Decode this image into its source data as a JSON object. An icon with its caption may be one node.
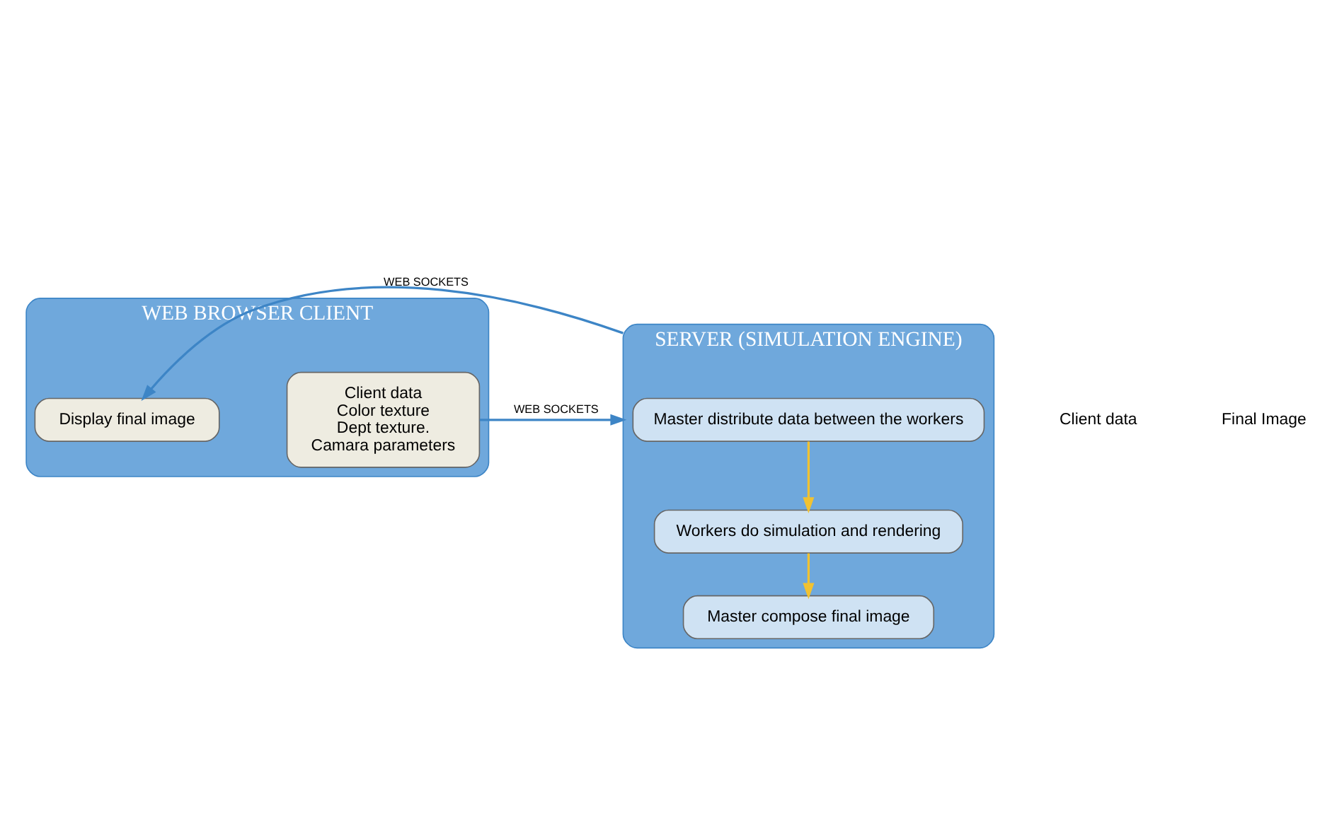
{
  "diagram": {
    "nodes": [
      {
        "text": [
          "WEB BROWSER CLIENT"
        ]
      },
      {
        "text": [
          "Client data",
          "Color texture",
          "Dept texture.",
          "Camara parameters"
        ],
        "in": 0
      },
      {
        "text": [
          "Display final image"
        ],
        "in": 0
      },
      {
        "text": [
          "SERVER (SIMULATION ENGINE)"
        ]
      },
      {
        "text": [
          "Master distribute data between the workers"
        ],
        "in": 3
      },
      {
        "text": [
          "Workers do simulation and rendering"
        ],
        "in": 3
      },
      {
        "text": [
          "Master compose final image"
        ],
        "in": 3
      }
    ],
    "edges": [
      {
        "from": 1,
        "to": 3,
        "arrow": "to",
        "label": "WEB SOCKETS",
        "color": "#3d85c6"
      },
      {
        "from": 4,
        "to": 5,
        "arrow": "to",
        "color": "#f1c232"
      },
      {
        "from": 5,
        "to": 6,
        "arrow": "to",
        "color": "#f1c232"
      },
      {
        "from": 3,
        "to": 2,
        "arrow": "to",
        "label": "WEB SOCKETS",
        "color": "#3d85c6"
      }
    ],
    "labels": [
      "Client data",
      "Final Image"
    ]
  }
}
